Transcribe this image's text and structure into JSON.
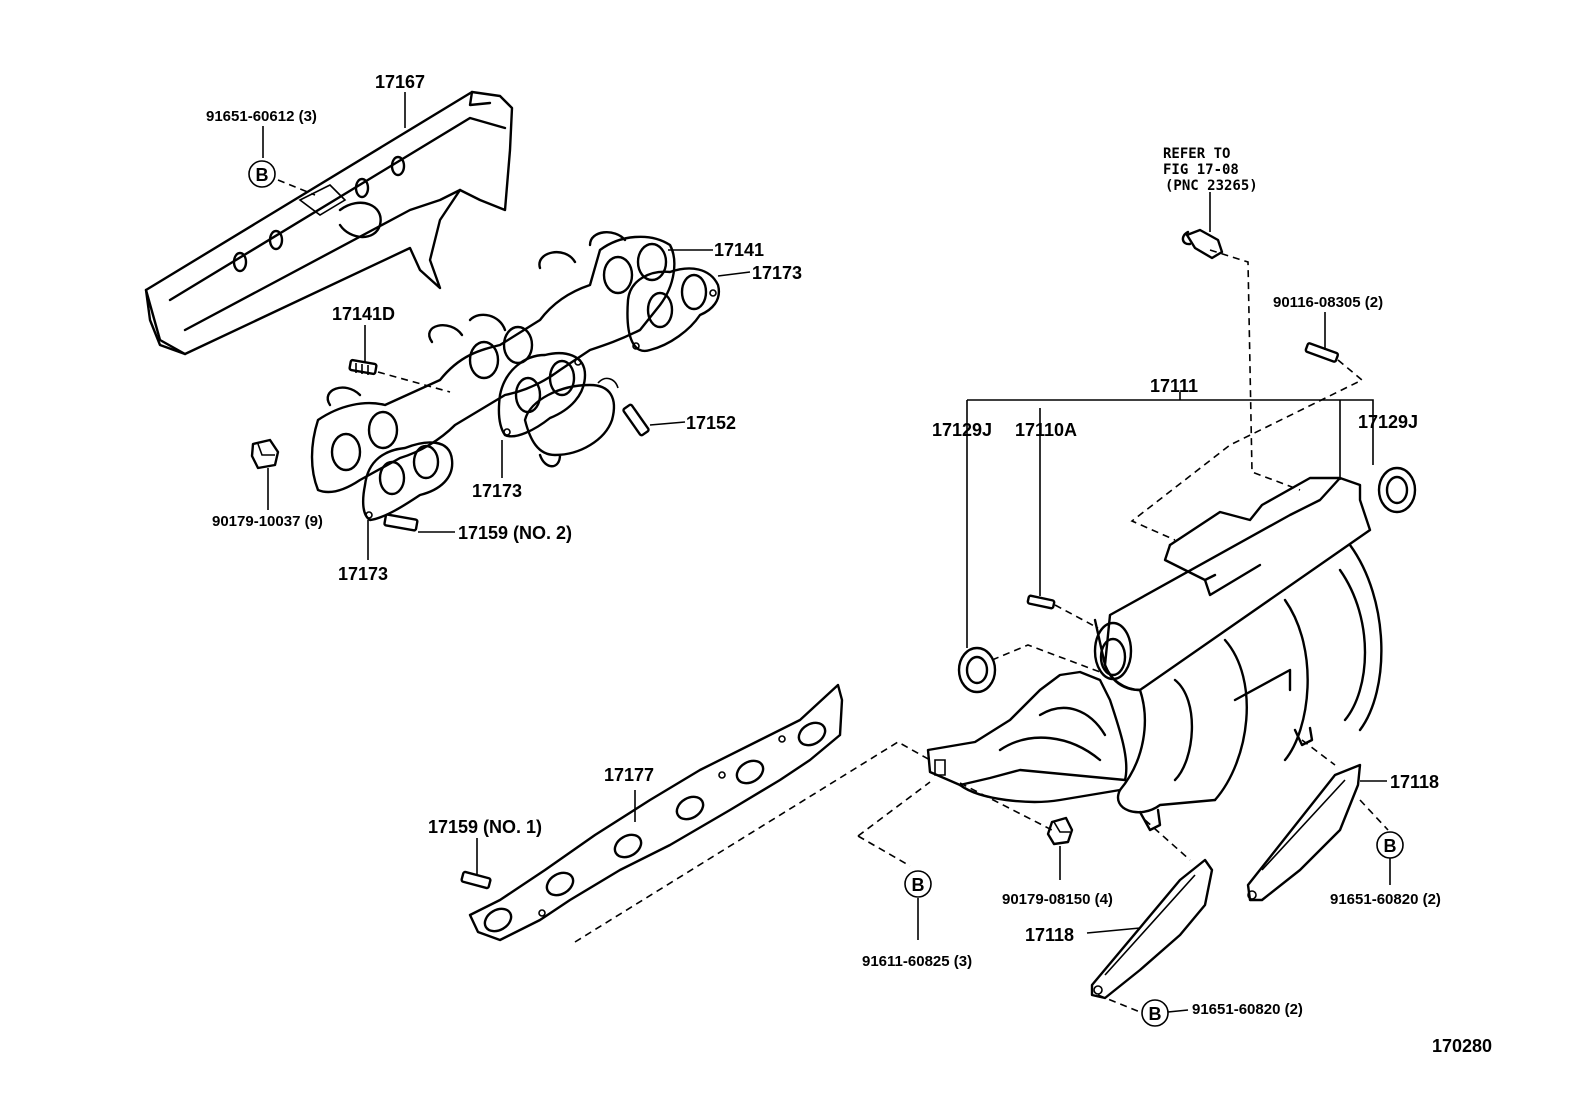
{
  "figure_id": "170280",
  "labels": {
    "heat_insulator": "17167",
    "insulator_bolt": "91651-60612 (3)",
    "exhaust_manifold": "17141",
    "gasket_upper_right": "17173",
    "stud_17141d": "17141D",
    "stud_17152": "17152",
    "gasket_lower_mid": "17173",
    "nut_exhaust": "90179-10037 (9)",
    "stud_no2": "17159 (NO. 2)",
    "gasket_lower_left": "17173",
    "refer_line1": "REFER TO",
    "refer_line2": "FIG 17-08",
    "refer_line3": "(PNC 23265)",
    "stud_intake_top": "90116-08305 (2)",
    "intake_manifold": "17111",
    "ring_left": "17129J",
    "stud_17110a": "17110A",
    "ring_right": "17129J",
    "intake_gasket": "17177",
    "stud_no1": "17159 (NO. 1)",
    "stay_right": "17118",
    "nut_intake": "90179-08150 (4)",
    "bolt_b_center": "91611-60825 (3)",
    "stay_left": "17118",
    "bolt_b_stay_right": "91651-60820 (2)",
    "bolt_b_stay_left": "91651-60820 (2)"
  },
  "markers": {
    "b": "B"
  }
}
